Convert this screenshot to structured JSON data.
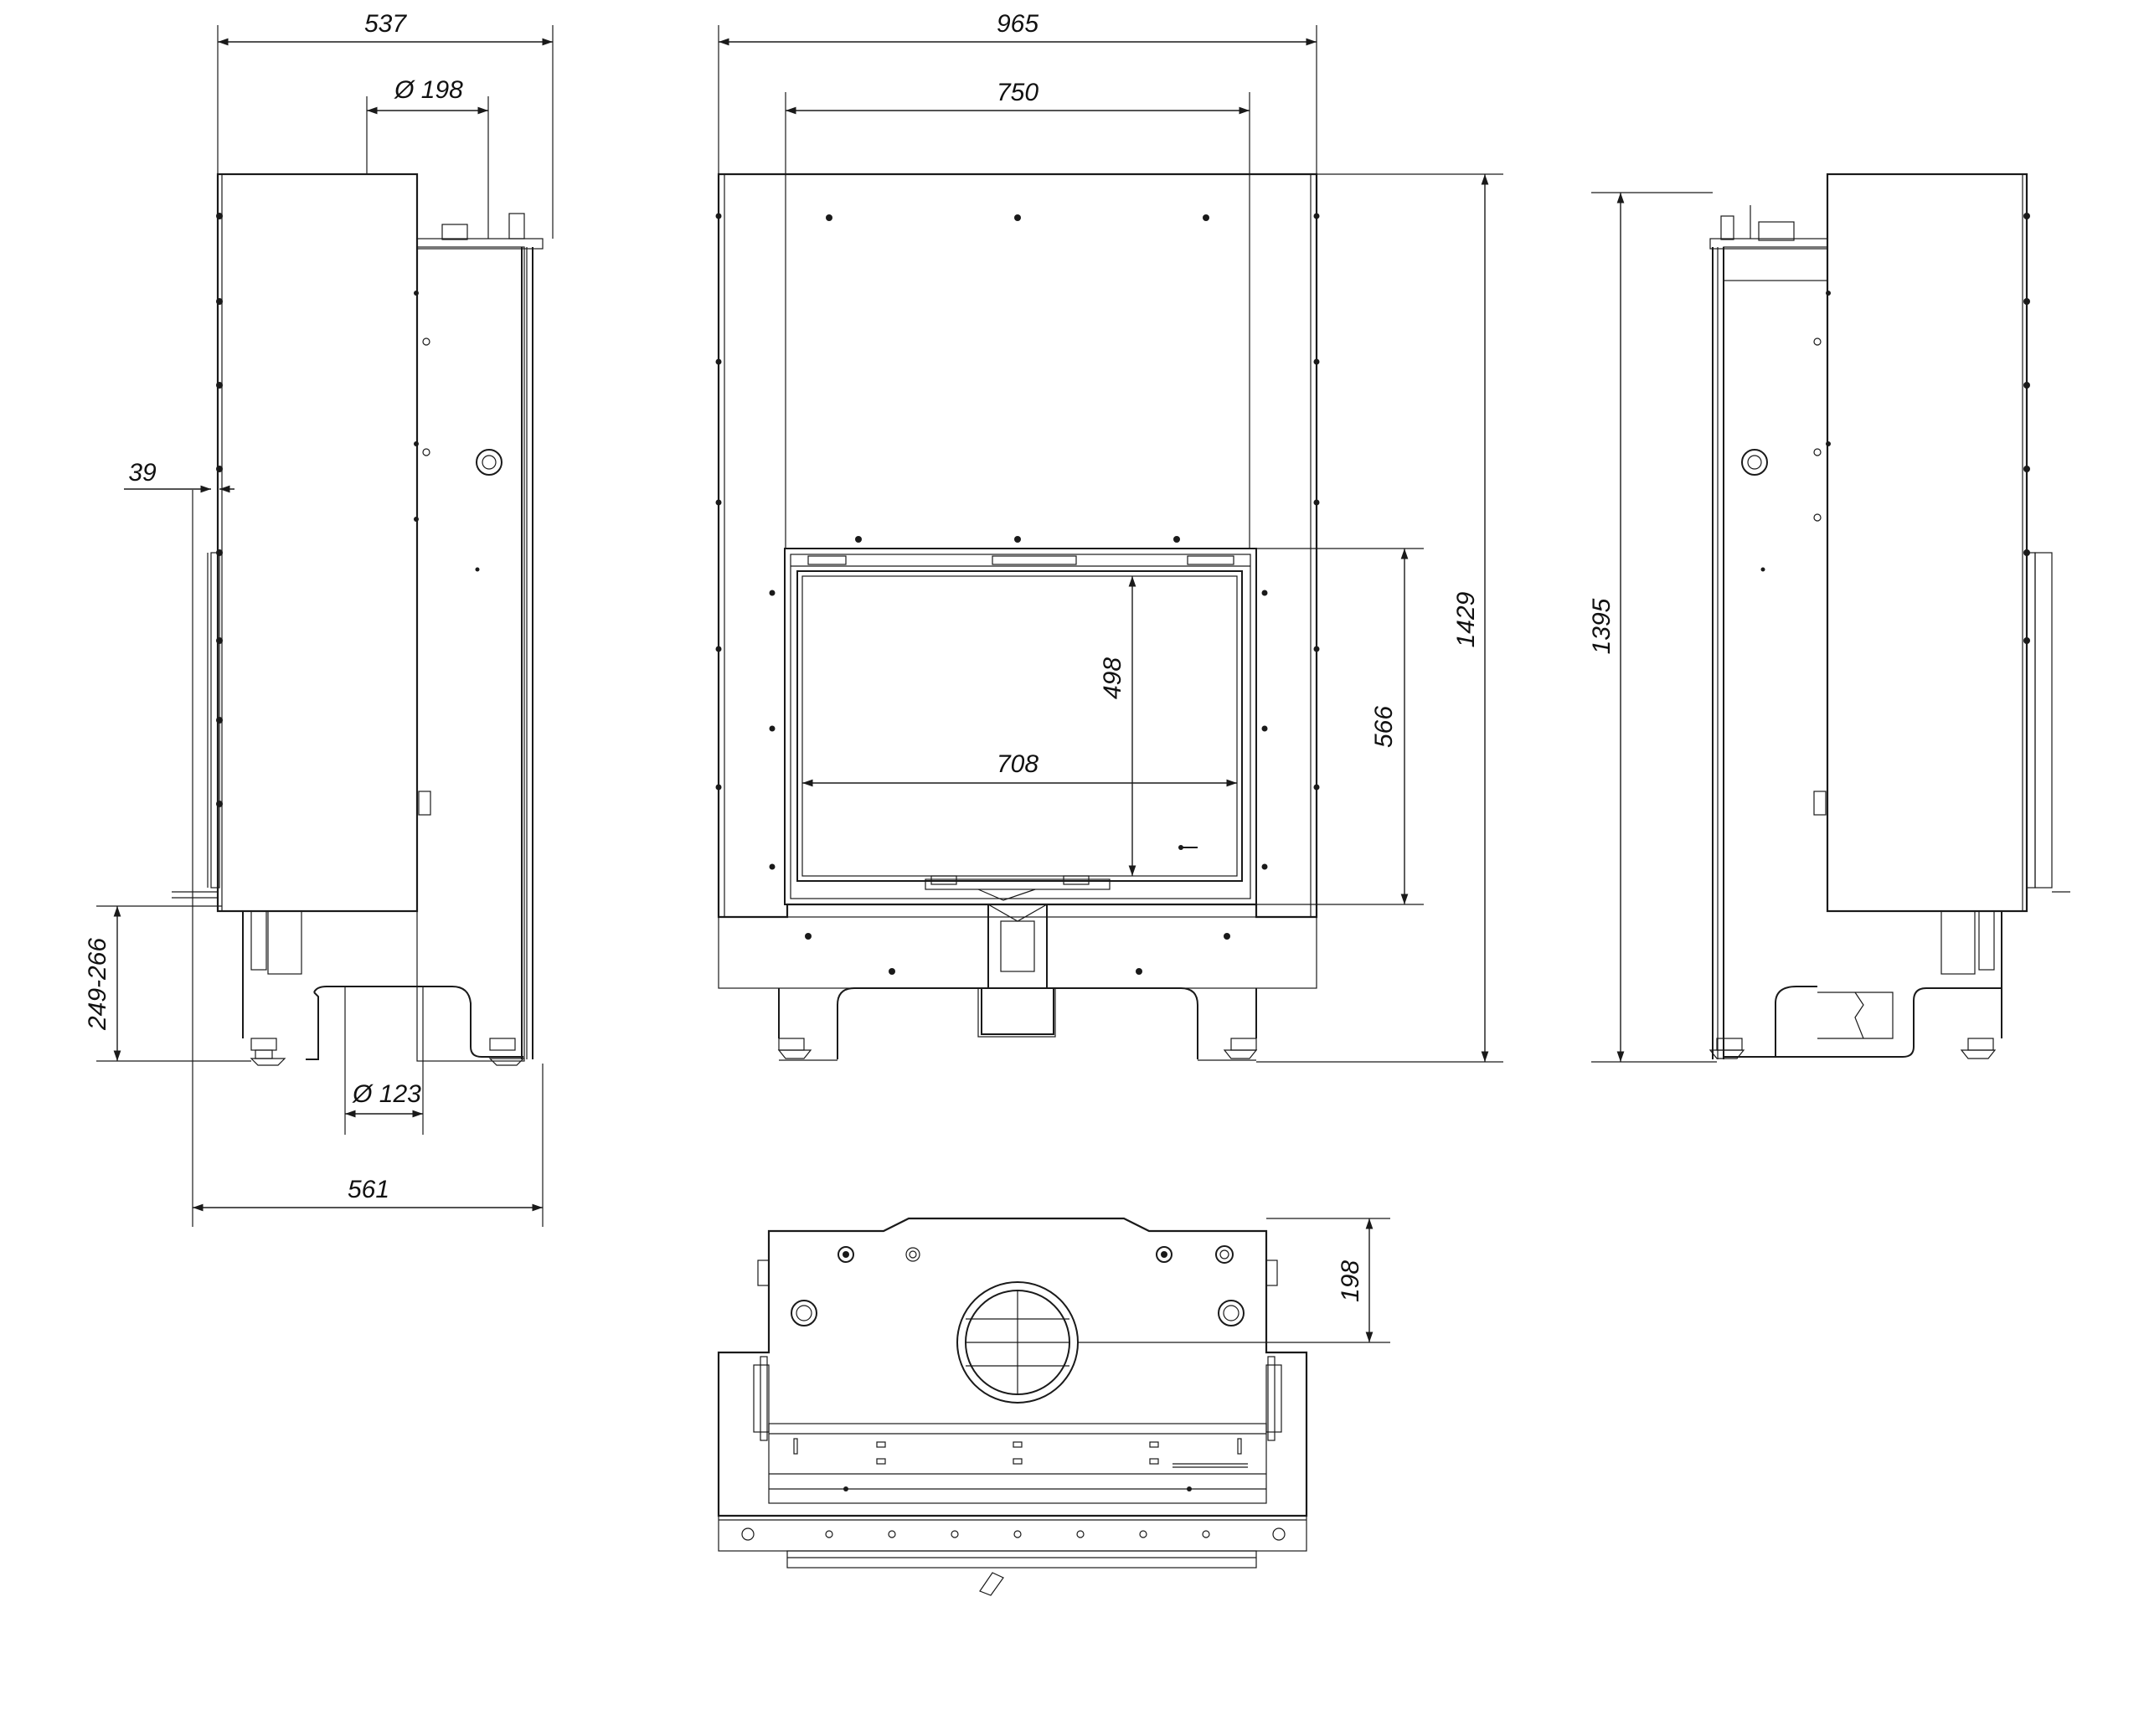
{
  "dimensions": {
    "side_left": {
      "total_depth_top": "537",
      "flue_diameter": "Ø 198",
      "side_offset": "39",
      "leg_height": "249-266",
      "outlet_diameter": "Ø 123",
      "total_depth_bottom": "561"
    },
    "front": {
      "total_width": "965",
      "top_width": "750",
      "glass_height": "498",
      "glass_width": "708",
      "door_height": "566",
      "total_height": "1429"
    },
    "side_right": {
      "height": "1395"
    },
    "top_view": {
      "flue_offset": "198"
    }
  }
}
